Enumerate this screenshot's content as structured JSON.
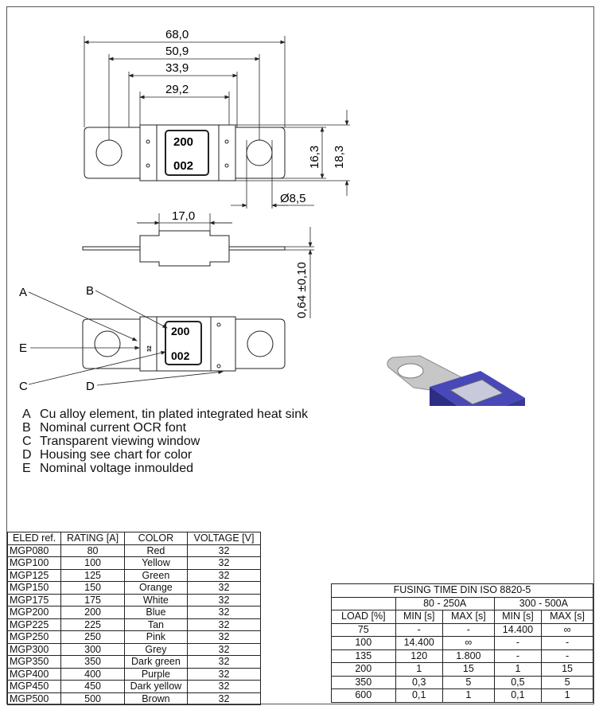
{
  "dimensions": {
    "overall_width": "68,0",
    "hole_spacing": "50,9",
    "housing_outer": "33,9",
    "housing_inner": "29,2",
    "inner_height": "16,3",
    "outer_height": "18,3",
    "hole_diameter": "Ø8,5",
    "side_width": "17,0",
    "thickness": "0,64 ±0,10"
  },
  "fuse_label": {
    "rating": "200",
    "code": "002"
  },
  "voltage_mark": "32",
  "callouts": [
    "A",
    "B",
    "C",
    "D",
    "E"
  ],
  "legend": [
    {
      "key": "A",
      "text": "Cu alloy element, tin plated integrated heat sink"
    },
    {
      "key": "B",
      "text": "Nominal current OCR font"
    },
    {
      "key": "C",
      "text": "Transparent viewing window"
    },
    {
      "key": "D",
      "text": "Housing see chart for color"
    },
    {
      "key": "E",
      "text": "Nominal voltage inmoulded"
    }
  ],
  "ratings_table": {
    "headers": [
      "ELED ref.",
      "RATING [A]",
      "COLOR",
      "VOLTAGE [V]"
    ],
    "rows": [
      [
        "MGP080",
        "80",
        "Red",
        "32"
      ],
      [
        "MGP100",
        "100",
        "Yellow",
        "32"
      ],
      [
        "MGP125",
        "125",
        "Green",
        "32"
      ],
      [
        "MGP150",
        "150",
        "Orange",
        "32"
      ],
      [
        "MGP175",
        "175",
        "White",
        "32"
      ],
      [
        "MGP200",
        "200",
        "Blue",
        "32"
      ],
      [
        "MGP225",
        "225",
        "Tan",
        "32"
      ],
      [
        "MGP250",
        "250",
        "Pink",
        "32"
      ],
      [
        "MGP300",
        "300",
        "Grey",
        "32"
      ],
      [
        "MGP350",
        "350",
        "Dark green",
        "32"
      ],
      [
        "MGP400",
        "400",
        "Purple",
        "32"
      ],
      [
        "MGP450",
        "450",
        "Dark yellow",
        "32"
      ],
      [
        "MGP500",
        "500",
        "Brown",
        "32"
      ]
    ]
  },
  "fusing_table": {
    "title": "FUSING TIME DIN ISO 8820-5",
    "group_a": "80 - 250A",
    "group_b": "300 - 500A",
    "headers": [
      "LOAD [%]",
      "MIN [s]",
      "MAX [s]",
      "MIN [s]",
      "MAX [s]"
    ],
    "rows": [
      [
        "75",
        "-",
        "-",
        "14.400",
        "∞"
      ],
      [
        "100",
        "14.400",
        "∞",
        "-",
        "-"
      ],
      [
        "135",
        "120",
        "1.800",
        "-",
        "-"
      ],
      [
        "200",
        "1",
        "15",
        "1",
        "15"
      ],
      [
        "350",
        "0,3",
        "5",
        "0,5",
        "5"
      ],
      [
        "600",
        "0,1",
        "1",
        "0,1",
        "1"
      ]
    ]
  },
  "colors": {
    "housing": "#3f3fb0",
    "terminal": "#c8c8c8",
    "line": "#222222"
  }
}
